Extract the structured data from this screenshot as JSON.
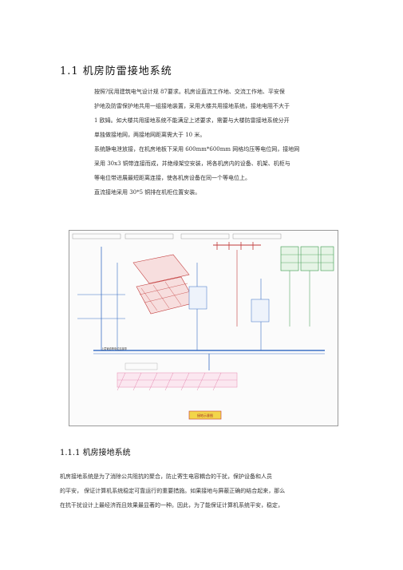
{
  "section": {
    "title": "1.1 机房防雷接地系统"
  },
  "intro_lines": [
    "按照?民用建筑电气设计规 87要求。机房设直流工作地、交流工作地、平安保",
    "护地及防雷保护地共用一组接地装置，采用大楼共用接地系统，接地电阻不大于",
    "1 欧姆。如大楼共用接地系统不能满足上述要求，需要与大楼防雷接地系统分开",
    "单独做接地网，两接地网距离需大于        10 米。",
    "系统静电泄放接，在机房地板下采用 600mm*600mm 网格均压等电位网，接地网",
    "采用   30x3 铜带连接而成，并绝缘架空安装，将各机房内的设备、机架、机柜与",
    "等电位带进展最短距离连接，使各机房设备在同一个等电位上。",
    "直流接地采用 30*5 铜排在机柜位置安装。"
  ],
  "figure": {
    "labels": [
      "接地示意图",
      "上层管道等电位连接带"
    ]
  },
  "subsection": {
    "title": "1.1.1 机房接地系统"
  },
  "body_lines": [
    "    机房接地系统是为了消除公共阻抗的聚合，防止寄生电容耦合的干扰，保护设备和人员",
    "的平安，  保证计算机系统稳定可靠运行的重要措施。如果接地与屏蔽正确的结合起来，那么",
    "在抗干扰设计上最经济而且效果最显著的一种。因此，为了能保证计算机系统平安，稳定，"
  ],
  "colors": {
    "line_blue": "#3a6fc4",
    "line_red": "#c23b3b",
    "line_green": "#3a9a4a",
    "accent_pink": "#e58ab0",
    "label_yellow": "#f2d54a"
  }
}
